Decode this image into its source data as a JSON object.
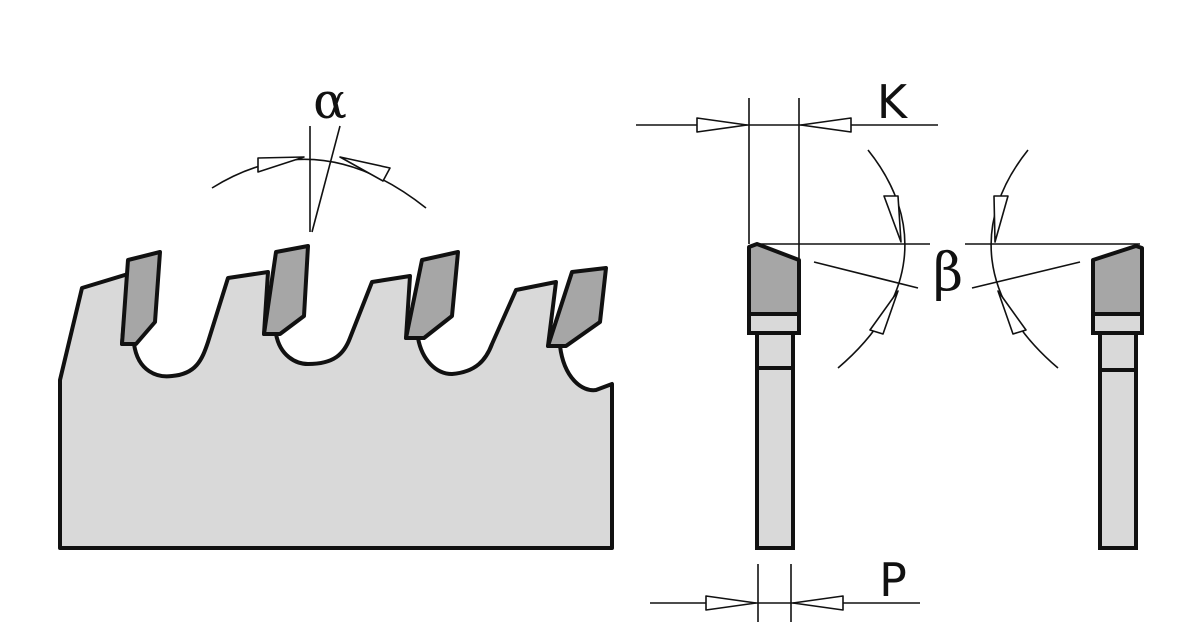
{
  "labels": {
    "alpha": "α",
    "beta": "β",
    "kerf": "K",
    "plate": "P"
  },
  "colors": {
    "line": "#111111",
    "blade_body": "#d9d9d9",
    "carbide_tip": "#a6a6a6",
    "background": "#ffffff",
    "arrow_fill": "#ffffff"
  }
}
